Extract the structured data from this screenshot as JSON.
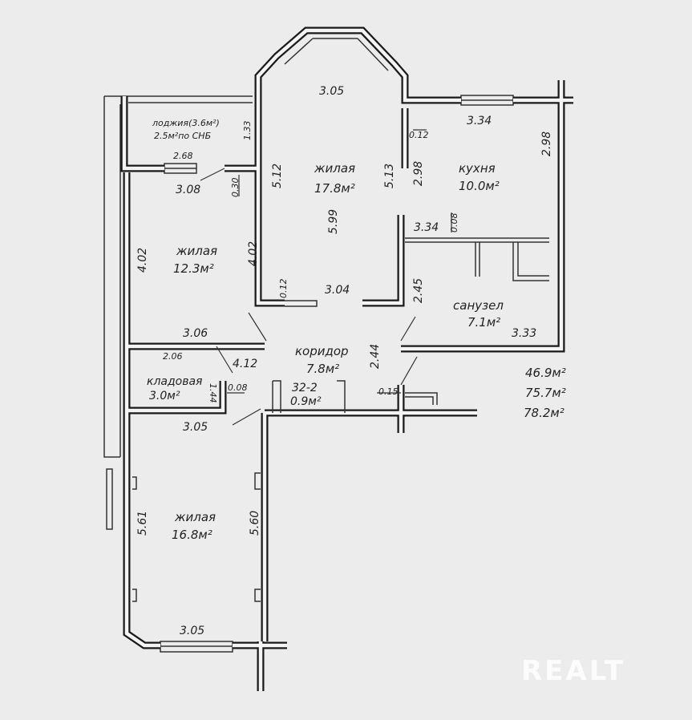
{
  "rooms": {
    "loggia": {
      "name": "лоджия(3.6м²)",
      "note": "2.5м²по СНБ"
    },
    "living_center": {
      "name": "жилая",
      "area": "17.8м²"
    },
    "kitchen": {
      "name": "кухня",
      "area": "10.0м²"
    },
    "living_left": {
      "name": "жилая",
      "area": "12.3м²"
    },
    "bathroom": {
      "name": "санузел",
      "area": "7.1м²"
    },
    "corridor": {
      "name": "коридор",
      "area": "7.8м²"
    },
    "storage": {
      "name": "кладовая",
      "area": "3.0м²"
    },
    "shaft": {
      "name": "32-2",
      "area": "0.9м²"
    },
    "living_bottom": {
      "name": "жилая",
      "area": "16.8м²"
    }
  },
  "dimensions": {
    "d305_top": "3.05",
    "d334_top": "3.34",
    "d012_kitchen": "0.12",
    "d298_right": "2.98",
    "d133": "1.33",
    "d268": "2.68",
    "d308": "3.08",
    "d030": "0.30",
    "d512": "5.12",
    "d513": "5.13",
    "d298_mid": "2.98",
    "d599": "5.99",
    "d334_mid": "3.34",
    "d008_bath": "0.08",
    "d402_left": "4.02",
    "d402_right": "4.02",
    "d012_living": "0.12",
    "d304": "3.04",
    "d245": "2.45",
    "d333": "3.33",
    "d306": "3.06",
    "d206": "2.06",
    "d412": "4.12",
    "d244": "2.44",
    "d144": "1.44",
    "d008_storage": "0.08",
    "d015": "0.15",
    "d305_mid": "3.05",
    "d561": "5.61",
    "d560": "5.60",
    "d305_bottom": "3.05"
  },
  "totals": {
    "living": "46.9м²",
    "total": "75.7м²",
    "with_loggia": "78.2м²"
  },
  "watermark": "REALT"
}
